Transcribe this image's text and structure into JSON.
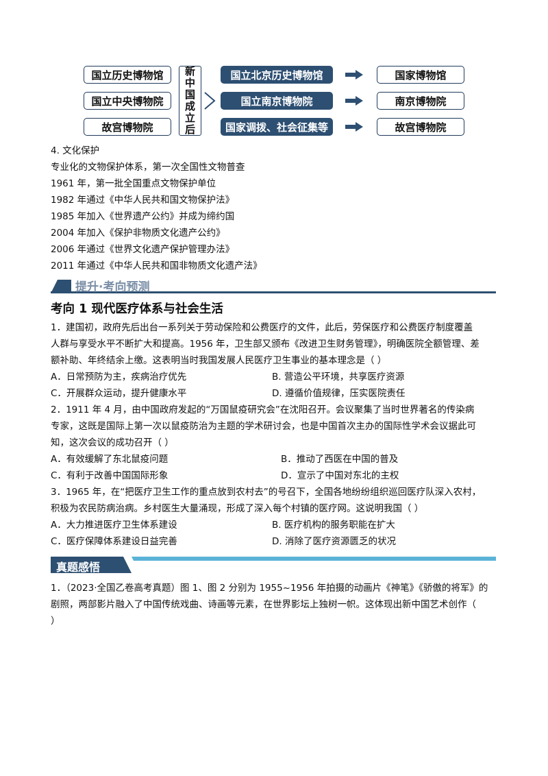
{
  "diagram": {
    "left_boxes": [
      "国立历史博物馆",
      "国立中央博物院",
      "故宫博物院"
    ],
    "center_label": [
      "新",
      "中",
      "国",
      "成",
      "立",
      "后"
    ],
    "middle_boxes": [
      "国立北京历史博物馆",
      "国立南京博物院",
      "国家调拨、社会征集等"
    ],
    "right_boxes": [
      "国家博物馆",
      "南京博物院",
      "故宫博物院"
    ]
  },
  "section4": {
    "title": "4. 文化保护",
    "lines": [
      "专业化的文物保护体系，第一次全国性文物普查",
      "1961 年，第一批全国重点文物保护单位",
      "1982 年通过《中华人民共和国文物保护法》",
      "1985 年加入《世界遗产公约》并成为缔约国",
      "2004 年加入《保护非物质文化遗产公约》",
      "2006 年通过《世界文化遗产保护管理办法》",
      "2011 年通过《中华人民共和国非物质文化遗产法》"
    ]
  },
  "banner1": {
    "label": "提升·考向预测"
  },
  "topic1": {
    "title": "考向 1    现代医疗体系与社会生活"
  },
  "q1": {
    "lines": [
      "1．建国初，政府先后出台一系列关于劳动保险和公费医疗的文件，此后，劳保医疗和公费医疗制度覆盖",
      "人群与享受水平不断扩大和提高。1956 年，卫生部又颁布《改进卫生财务管理》，明确医院全额管理、差",
      "额补助、年终结余上缴。这表明当时我国发展人民医疗卫生事业的基本理念是（     ）"
    ],
    "options": [
      "A．日常预防为主，疾病治疗优先",
      "B. 营造公平环境，共享医疗资源",
      "C．开展群众运动，提升健康水平",
      "D. 遵循价值规律，压实医院责任"
    ]
  },
  "q2": {
    "lines": [
      "2．1911 年 4 月，由中国政府发起的“万国鼠疫研究会”在沈阳召开。会议聚集了当时世界著名的传染病",
      "专家，这既是国际上第一次以鼠疫防治为主题的学术研讨会，也是中国首次主办的国际性学术会议据此可",
      "知，这次会议的成功召开（     ）"
    ],
    "options": [
      "A．有效缓解了东北鼠疫问题",
      "B．推动了西医在中国的普及",
      "C．有利于改善中国国际形象",
      "D．宣示了中国对东北的主权"
    ]
  },
  "q3": {
    "lines": [
      "3．1965 年，在“把医疗卫生工作的重点放到农村去”的号召下，全国各地纷纷组织巡回医疗队深入农村，",
      "积极为农民防病治病。乡村医生大量涌现，形成了深入每个村镇的医疗网。这说明我国（     ）"
    ],
    "options": [
      "A．大力推进医疗卫生体系建设",
      "B. 医疗机构的服务职能在扩大",
      "C．医疗保障体系建设日益完善",
      "D. 消除了医疗资源匮乏的状况"
    ]
  },
  "banner2": {
    "label": "真题感悟"
  },
  "q4": {
    "lines": [
      "1．（2023·全国乙卷高考真题）图 1、图 2 分别为 1955~1956 年拍摄的动画片《神笔》《骄傲的将军》的",
      "剧照，两部影片融入了中国传统戏曲、诗画等元素，在世界影坛上独树一帜。这体现出新中国艺术创作（",
      "）"
    ]
  }
}
